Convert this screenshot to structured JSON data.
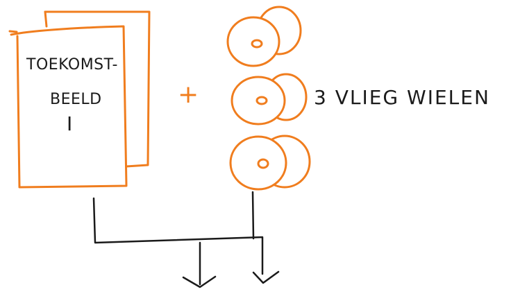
{
  "card": {
    "title_line1": "TOEKOMST-",
    "title_line2": "BEELD",
    "roman": "I"
  },
  "plus_sign": "+",
  "wheels": {
    "label": "3 VLIEG WIELEN",
    "count": 3
  },
  "colors": {
    "accent": "#f07d1e",
    "ink": "#1a1a1a",
    "background": "#ffffff"
  }
}
